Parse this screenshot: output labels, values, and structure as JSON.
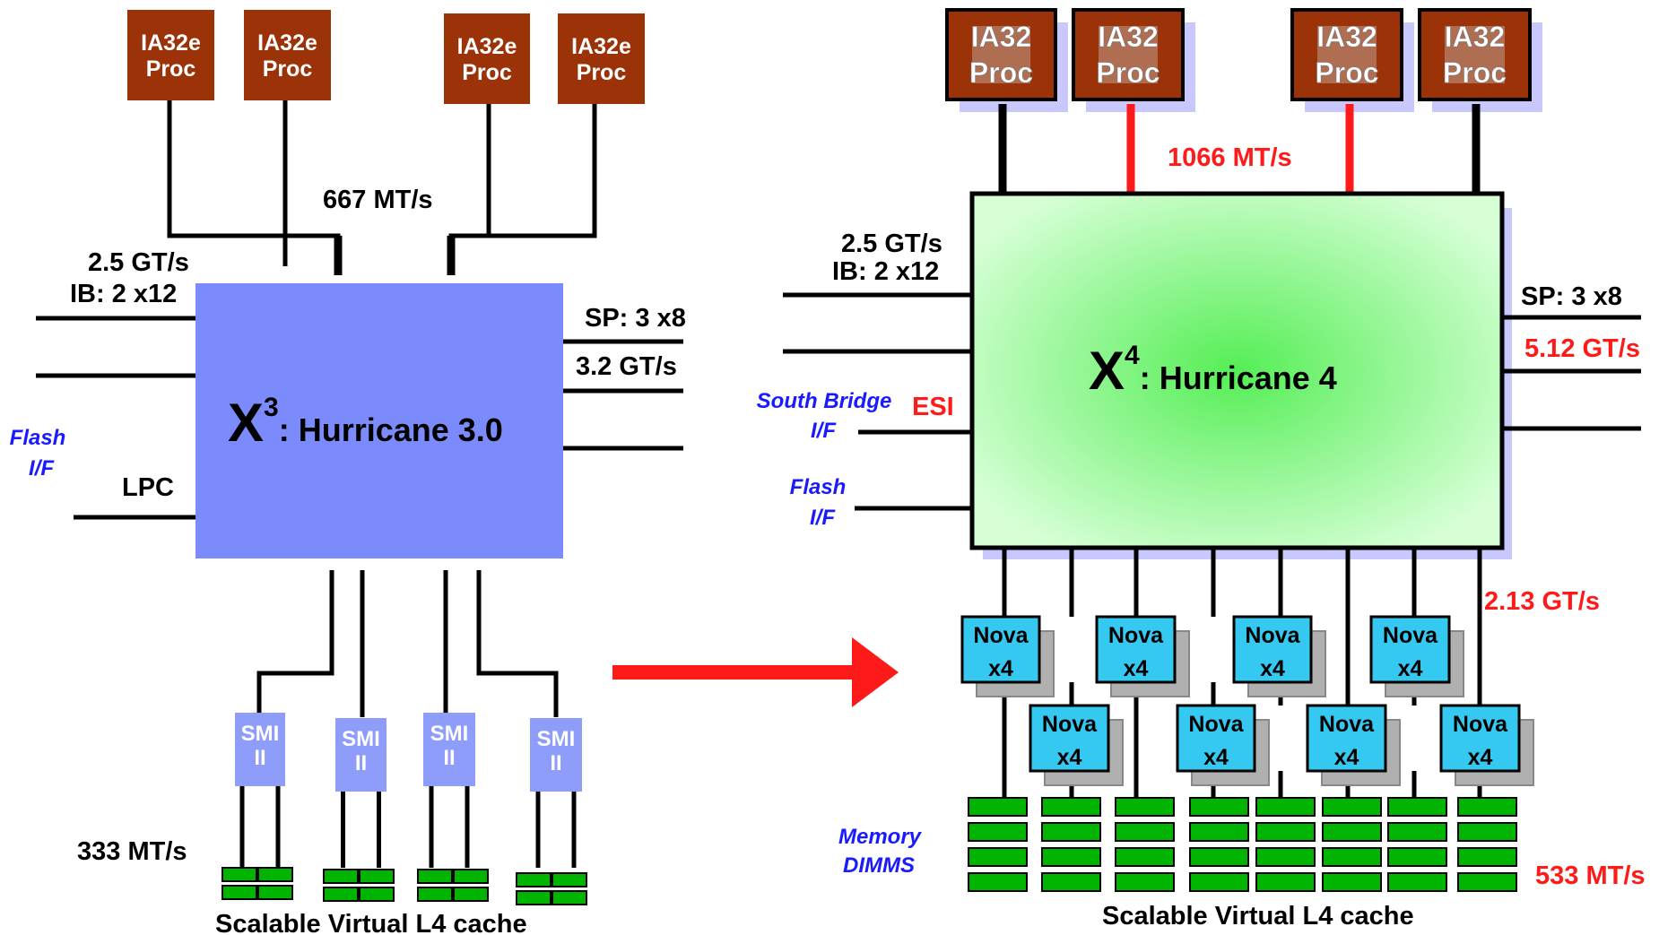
{
  "left": {
    "procs": [
      "IA32e\nProc",
      "IA32e\nProc",
      "IA32e\nProc",
      "IA32e\nProc"
    ],
    "fsb_speed": "667 MT/s",
    "ib_speed": "2.5 GT/s",
    "ib_width": "IB: 2 x12",
    "sp_width": "SP: 3 x8",
    "sp_speed": "3.2 GT/s",
    "flash": "Flash\nI/F",
    "lpc": "LPC",
    "chip_x": "X",
    "chip_sup": "3",
    "chip_name": ": Hurricane 3.0",
    "smi": [
      "SMI\nII",
      "SMI\nII",
      "SMI\nII",
      "SMI\nII"
    ],
    "mem_speed": "333 MT/s",
    "cache_label": "Scalable Virtual L4 cache"
  },
  "right": {
    "procs": [
      "IA32\nProc",
      "IA32\nProc",
      "IA32\nProc",
      "IA32\nProc"
    ],
    "fsb_speed": "1066 MT/s",
    "ib_speed": "2.5 GT/s",
    "ib_width": "IB: 2 x12",
    "south_bridge": "South Bridge\nI/F",
    "esi": "ESI",
    "flash": "Flash\nI/F",
    "sp_width": "SP: 3 x8",
    "sp_speed": "5.12 GT/s",
    "chip_x": "X",
    "chip_sup": "4",
    "chip_name": ": Hurricane 4",
    "nova": [
      "Nova\nx4",
      "Nova\nx4",
      "Nova\nx4",
      "Nova\nx4",
      "Nova\nx4",
      "Nova\nx4",
      "Nova\nx4",
      "Nova\nx4"
    ],
    "nova_speed": "2.13 GT/s",
    "memory_label": "Memory\nDIMMS",
    "mem_speed": "533 MT/s",
    "cache_label": "Scalable Virtual L4 cache"
  },
  "colors": {
    "proc_fill": "#9b3208",
    "x3_fill": "#7b8bfb",
    "x4_fill_edge": "#c8ffc8",
    "x4_fill_center": "#55ee55",
    "smi_fill": "#8e9cfa",
    "nova_fill": "#35c8f0",
    "dimm_fill": "#00b400",
    "accent_red": "#ff1a1a",
    "accent_blue": "#1a1aff"
  }
}
